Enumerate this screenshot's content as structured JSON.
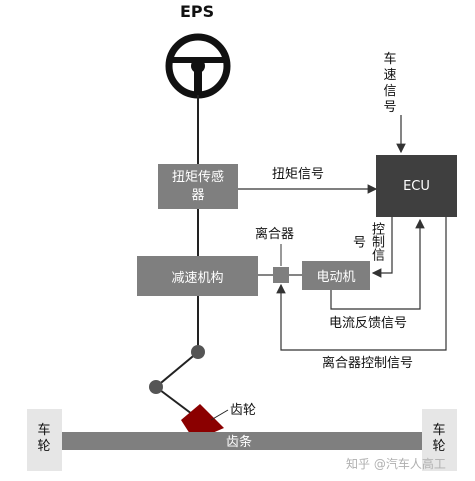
{
  "title": "EPS",
  "blocks": {
    "torque_sensor": "扭矩传感器",
    "reducer": "减速机构",
    "motor": "电动机",
    "ecu": "ECU"
  },
  "labels": {
    "torque_signal": "扭矩信号",
    "clutch": "离合器",
    "control_signal": "控制信号",
    "vehicle_speed_signal": "车速信号",
    "current_feedback": "电流反馈信号",
    "clutch_control": "离合器控制信号",
    "pinion": "齿轮",
    "rack": "齿条",
    "wheel_left": "车轮",
    "wheel_right": "车轮"
  },
  "watermark": "知乎 @汽车人高工",
  "colors": {
    "block": "#7f7f7f",
    "ecu": "#3f3f3f",
    "pinion": "#8b0000",
    "line": "#333333"
  }
}
